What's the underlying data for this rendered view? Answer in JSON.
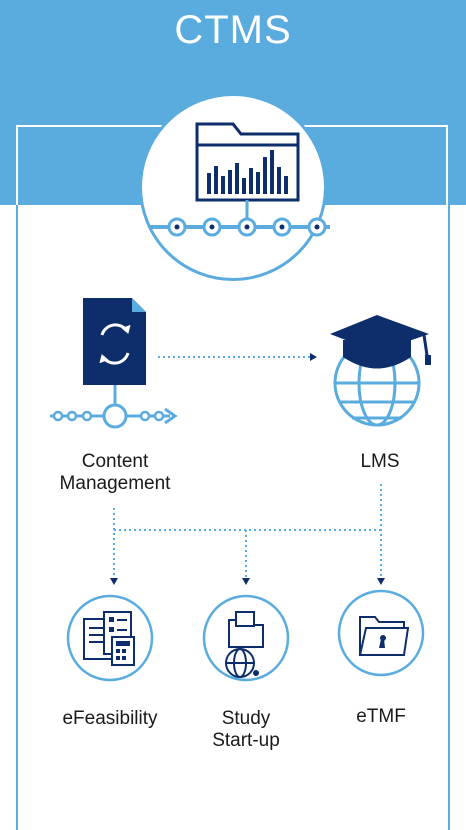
{
  "title": "CTMS",
  "nodes": {
    "content_management": "Content\nManagement",
    "lms": "LMS",
    "efeasibility": "eFeasibility",
    "study_startup": "Study\nStart-up",
    "etmf": "eTMF"
  },
  "colors": {
    "light_blue": "#5aabde",
    "navy": "#0d2e6b",
    "text": "#1a1a1a"
  },
  "icons": [
    "folder-chart-icon",
    "document-sync-icon",
    "graduation-globe-icon",
    "forms-calculator-icon",
    "folder-globe-icon",
    "folder-lock-icon"
  ]
}
